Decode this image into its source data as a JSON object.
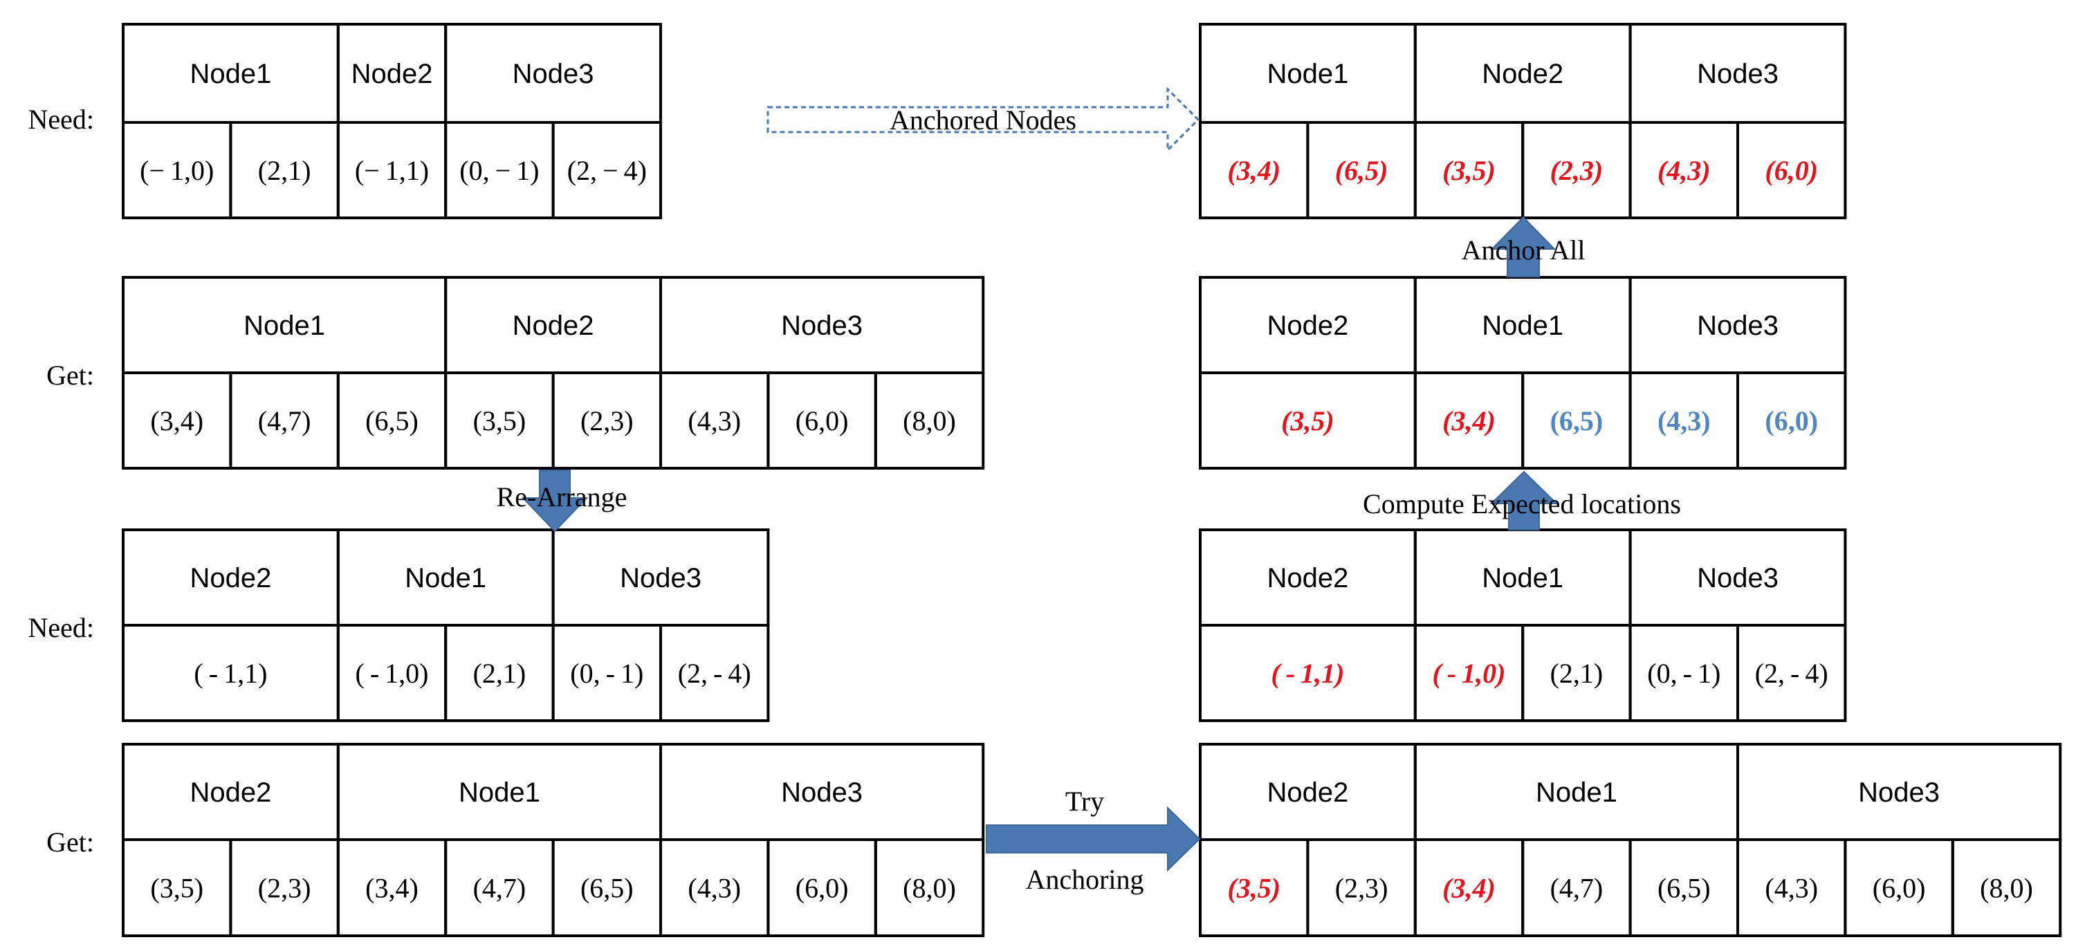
{
  "colors": {
    "anchored": "#e8121c",
    "expected": "#4f86c3",
    "arrow": "#4a78b0"
  },
  "labels": {
    "need_top": "Need:",
    "get_1": "Get:",
    "need_2": "Need:",
    "get_2": "Get:"
  },
  "arrows": {
    "anchored_nodes": "Anchored Nodes",
    "anchor_all": "Anchor All",
    "re_arrange": "Re-Arrange",
    "compute": "Compute Expected locations",
    "try": "Try",
    "anchoring": "Anchoring"
  },
  "tables": {
    "need_top": {
      "headers": [
        "Node1",
        "Node2",
        "Node3"
      ],
      "values": [
        {
          "text": "(− 1,0)",
          "style": "val"
        },
        {
          "text": "(2,1)",
          "style": "val"
        },
        {
          "text": "(− 1,1)",
          "style": "val"
        },
        {
          "text": "(0, − 1)",
          "style": "val"
        },
        {
          "text": "(2, − 4)",
          "style": "val"
        }
      ]
    },
    "get_1": {
      "headers": [
        "Node1",
        "Node2",
        "Node3"
      ],
      "values": [
        {
          "text": "(3,4)",
          "style": "val"
        },
        {
          "text": "(4,7)",
          "style": "val"
        },
        {
          "text": "(6,5)",
          "style": "val"
        },
        {
          "text": "(3,5)",
          "style": "val"
        },
        {
          "text": "(2,3)",
          "style": "val"
        },
        {
          "text": "(4,3)",
          "style": "val"
        },
        {
          "text": "(6,0)",
          "style": "val"
        },
        {
          "text": "(8,0)",
          "style": "val"
        }
      ]
    },
    "need_2": {
      "headers": [
        "Node2",
        "Node1",
        "Node3"
      ],
      "values": [
        {
          "text": "( - 1,1)",
          "style": "val"
        },
        {
          "text": "( - 1,0)",
          "style": "val"
        },
        {
          "text": "(2,1)",
          "style": "val"
        },
        {
          "text": "(0, - 1)",
          "style": "val"
        },
        {
          "text": "(2, - 4)",
          "style": "val"
        }
      ]
    },
    "get_2": {
      "headers": [
        "Node2",
        "Node1",
        "Node3"
      ],
      "values": [
        {
          "text": "(3,5)",
          "style": "val"
        },
        {
          "text": "(2,3)",
          "style": "val"
        },
        {
          "text": "(3,4)",
          "style": "val"
        },
        {
          "text": "(4,7)",
          "style": "val"
        },
        {
          "text": "(6,5)",
          "style": "val"
        },
        {
          "text": "(4,3)",
          "style": "val"
        },
        {
          "text": "(6,0)",
          "style": "val"
        },
        {
          "text": "(8,0)",
          "style": "val"
        }
      ]
    },
    "result": {
      "headers": [
        "Node1",
        "Node2",
        "Node3"
      ],
      "values": [
        {
          "text": "(3,4)",
          "style": "anch"
        },
        {
          "text": "(6,5)",
          "style": "anch"
        },
        {
          "text": "(3,5)",
          "style": "anch"
        },
        {
          "text": "(2,3)",
          "style": "anch"
        },
        {
          "text": "(4,3)",
          "style": "anch"
        },
        {
          "text": "(6,0)",
          "style": "anch"
        }
      ]
    },
    "expected": {
      "headers": [
        "Node2",
        "Node1",
        "Node3"
      ],
      "values": [
        {
          "text": "(3,5)",
          "style": "anch"
        },
        {
          "text": "(3,4)",
          "style": "anch"
        },
        {
          "text": "(6,5)",
          "style": "exp"
        },
        {
          "text": "(4,3)",
          "style": "exp"
        },
        {
          "text": "(6,0)",
          "style": "exp"
        }
      ]
    },
    "need_right": {
      "headers": [
        "Node2",
        "Node1",
        "Node3"
      ],
      "values": [
        {
          "text": "( - 1,1)",
          "style": "anch"
        },
        {
          "text": "( - 1,0)",
          "style": "anch"
        },
        {
          "text": "(2,1)",
          "style": "val"
        },
        {
          "text": "(0, - 1)",
          "style": "val"
        },
        {
          "text": "(2, - 4)",
          "style": "val"
        }
      ]
    },
    "try_result": {
      "headers": [
        "Node2",
        "Node1",
        "Node3"
      ],
      "values": [
        {
          "text": "(3,5)",
          "style": "anch"
        },
        {
          "text": "(2,3)",
          "style": "val"
        },
        {
          "text": "(3,4)",
          "style": "anch"
        },
        {
          "text": "(4,7)",
          "style": "val"
        },
        {
          "text": "(6,5)",
          "style": "val"
        },
        {
          "text": "(4,3)",
          "style": "val"
        },
        {
          "text": "(6,0)",
          "style": "val"
        },
        {
          "text": "(8,0)",
          "style": "val"
        }
      ]
    }
  }
}
